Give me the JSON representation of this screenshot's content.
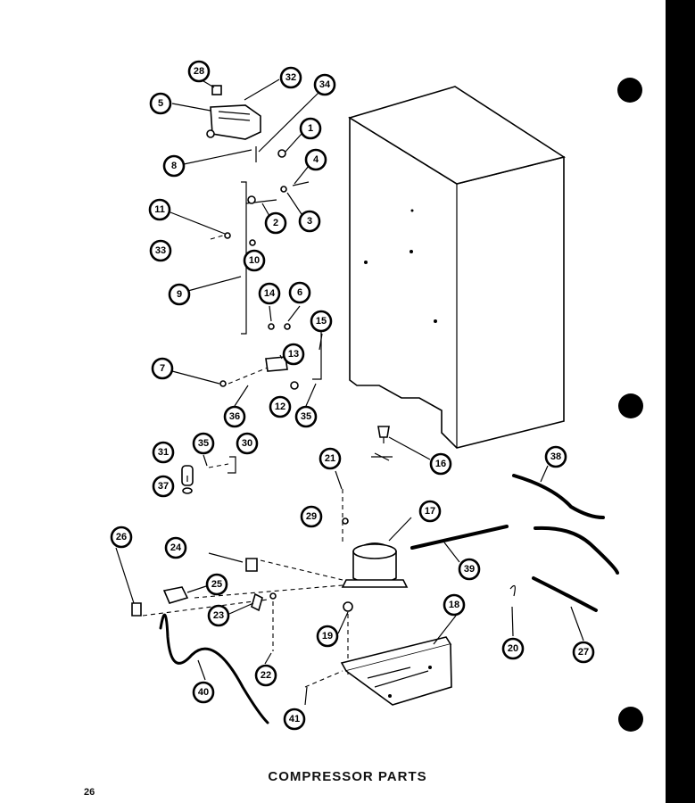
{
  "title": "COMPRESSOR PARTS",
  "page_number": "26",
  "callouts": [
    {
      "id": "c28a",
      "label": "28"
    },
    {
      "id": "c32",
      "label": "32"
    },
    {
      "id": "c5",
      "label": "5"
    },
    {
      "id": "c34",
      "label": "34"
    },
    {
      "id": "c1",
      "label": "1"
    },
    {
      "id": "c8",
      "label": "8"
    },
    {
      "id": "c4",
      "label": "4"
    },
    {
      "id": "c11",
      "label": "11"
    },
    {
      "id": "c2",
      "label": "2"
    },
    {
      "id": "c3",
      "label": "3"
    },
    {
      "id": "c33",
      "label": "33"
    },
    {
      "id": "c10",
      "label": "10"
    },
    {
      "id": "c9",
      "label": "9"
    },
    {
      "id": "c14",
      "label": "14"
    },
    {
      "id": "c6",
      "label": "6"
    },
    {
      "id": "c15",
      "label": "15"
    },
    {
      "id": "c13",
      "label": "13"
    },
    {
      "id": "c7",
      "label": "7"
    },
    {
      "id": "c12",
      "label": "12"
    },
    {
      "id": "c36a",
      "label": "36"
    },
    {
      "id": "c35a",
      "label": "35"
    },
    {
      "id": "c16",
      "label": "16"
    },
    {
      "id": "c31",
      "label": "31"
    },
    {
      "id": "c35b",
      "label": "35"
    },
    {
      "id": "c30a",
      "label": "30"
    },
    {
      "id": "c37",
      "label": "37"
    },
    {
      "id": "c21",
      "label": "21"
    },
    {
      "id": "c38",
      "label": "38"
    },
    {
      "id": "c29",
      "label": "29"
    },
    {
      "id": "c17",
      "label": "17"
    },
    {
      "id": "c26",
      "label": "26"
    },
    {
      "id": "c24",
      "label": "24"
    },
    {
      "id": "c39",
      "label": "39"
    },
    {
      "id": "c25",
      "label": "25"
    },
    {
      "id": "c23",
      "label": "23"
    },
    {
      "id": "c18",
      "label": "18"
    },
    {
      "id": "c19",
      "label": "19"
    },
    {
      "id": "c20",
      "label": "20"
    },
    {
      "id": "c27",
      "label": "27"
    },
    {
      "id": "c22",
      "label": "22"
    },
    {
      "id": "c40",
      "label": "40"
    },
    {
      "id": "c41",
      "label": "41"
    }
  ]
}
